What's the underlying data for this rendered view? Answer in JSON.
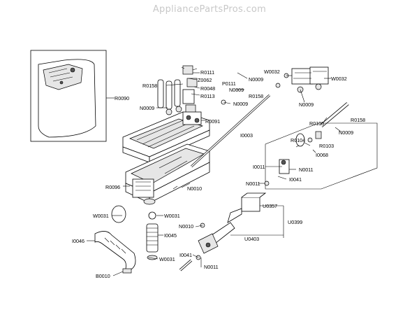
{
  "watermark": "AppliancePartsPros.com",
  "callouts": [
    {
      "id": "r0090",
      "text": "R0090"
    },
    {
      "id": "r0111",
      "text": "R0111"
    },
    {
      "id": "z0062",
      "text": "Z0062"
    },
    {
      "id": "r0158-a",
      "text": "R0158"
    },
    {
      "id": "p0111",
      "text": "P0111"
    },
    {
      "id": "r0048",
      "text": "R0048"
    },
    {
      "id": "r0113",
      "text": "R0113"
    },
    {
      "id": "n0009-a",
      "text": "N0009"
    },
    {
      "id": "r0091",
      "text": "R0091"
    },
    {
      "id": "w0032-a",
      "text": "W0032"
    },
    {
      "id": "n0009-b",
      "text": "N0009"
    },
    {
      "id": "w0032-b",
      "text": "W0032"
    },
    {
      "id": "n0009-c",
      "text": "N0009"
    },
    {
      "id": "r0158-b",
      "text": "R0158"
    },
    {
      "id": "n0009-d",
      "text": "N0009"
    },
    {
      "id": "n0009-e",
      "text": "N0009"
    },
    {
      "id": "r0158-c",
      "text": "R0158"
    },
    {
      "id": "i0003",
      "text": "I0003"
    },
    {
      "id": "r0105",
      "text": "R0105"
    },
    {
      "id": "n0009-f",
      "text": "N0009"
    },
    {
      "id": "r0104",
      "text": "R0104"
    },
    {
      "id": "r0103",
      "text": "R0103"
    },
    {
      "id": "i0068",
      "text": "I0068"
    },
    {
      "id": "i0011-a",
      "text": "I0011"
    },
    {
      "id": "n0011-a",
      "text": "N0011"
    },
    {
      "id": "i0041-a",
      "text": "I0041"
    },
    {
      "id": "r0096",
      "text": "R0096"
    },
    {
      "id": "n0010-a",
      "text": "N0010"
    },
    {
      "id": "n0011-b",
      "text": "N0011"
    },
    {
      "id": "u0357",
      "text": "U0357"
    },
    {
      "id": "w0031-a",
      "text": "W0031"
    },
    {
      "id": "w0031-b",
      "text": "W0031"
    },
    {
      "id": "u0399",
      "text": "U0399"
    },
    {
      "id": "n0010-b",
      "text": "N0010"
    },
    {
      "id": "i0046",
      "text": "I0046"
    },
    {
      "id": "i0045",
      "text": "I0045"
    },
    {
      "id": "u0403",
      "text": "U0403"
    },
    {
      "id": "w0031-c",
      "text": "W0031"
    },
    {
      "id": "i0041-b",
      "text": "I0041"
    },
    {
      "id": "n0011-c",
      "text": "N0011"
    },
    {
      "id": "b0010",
      "text": "B0010"
    }
  ]
}
